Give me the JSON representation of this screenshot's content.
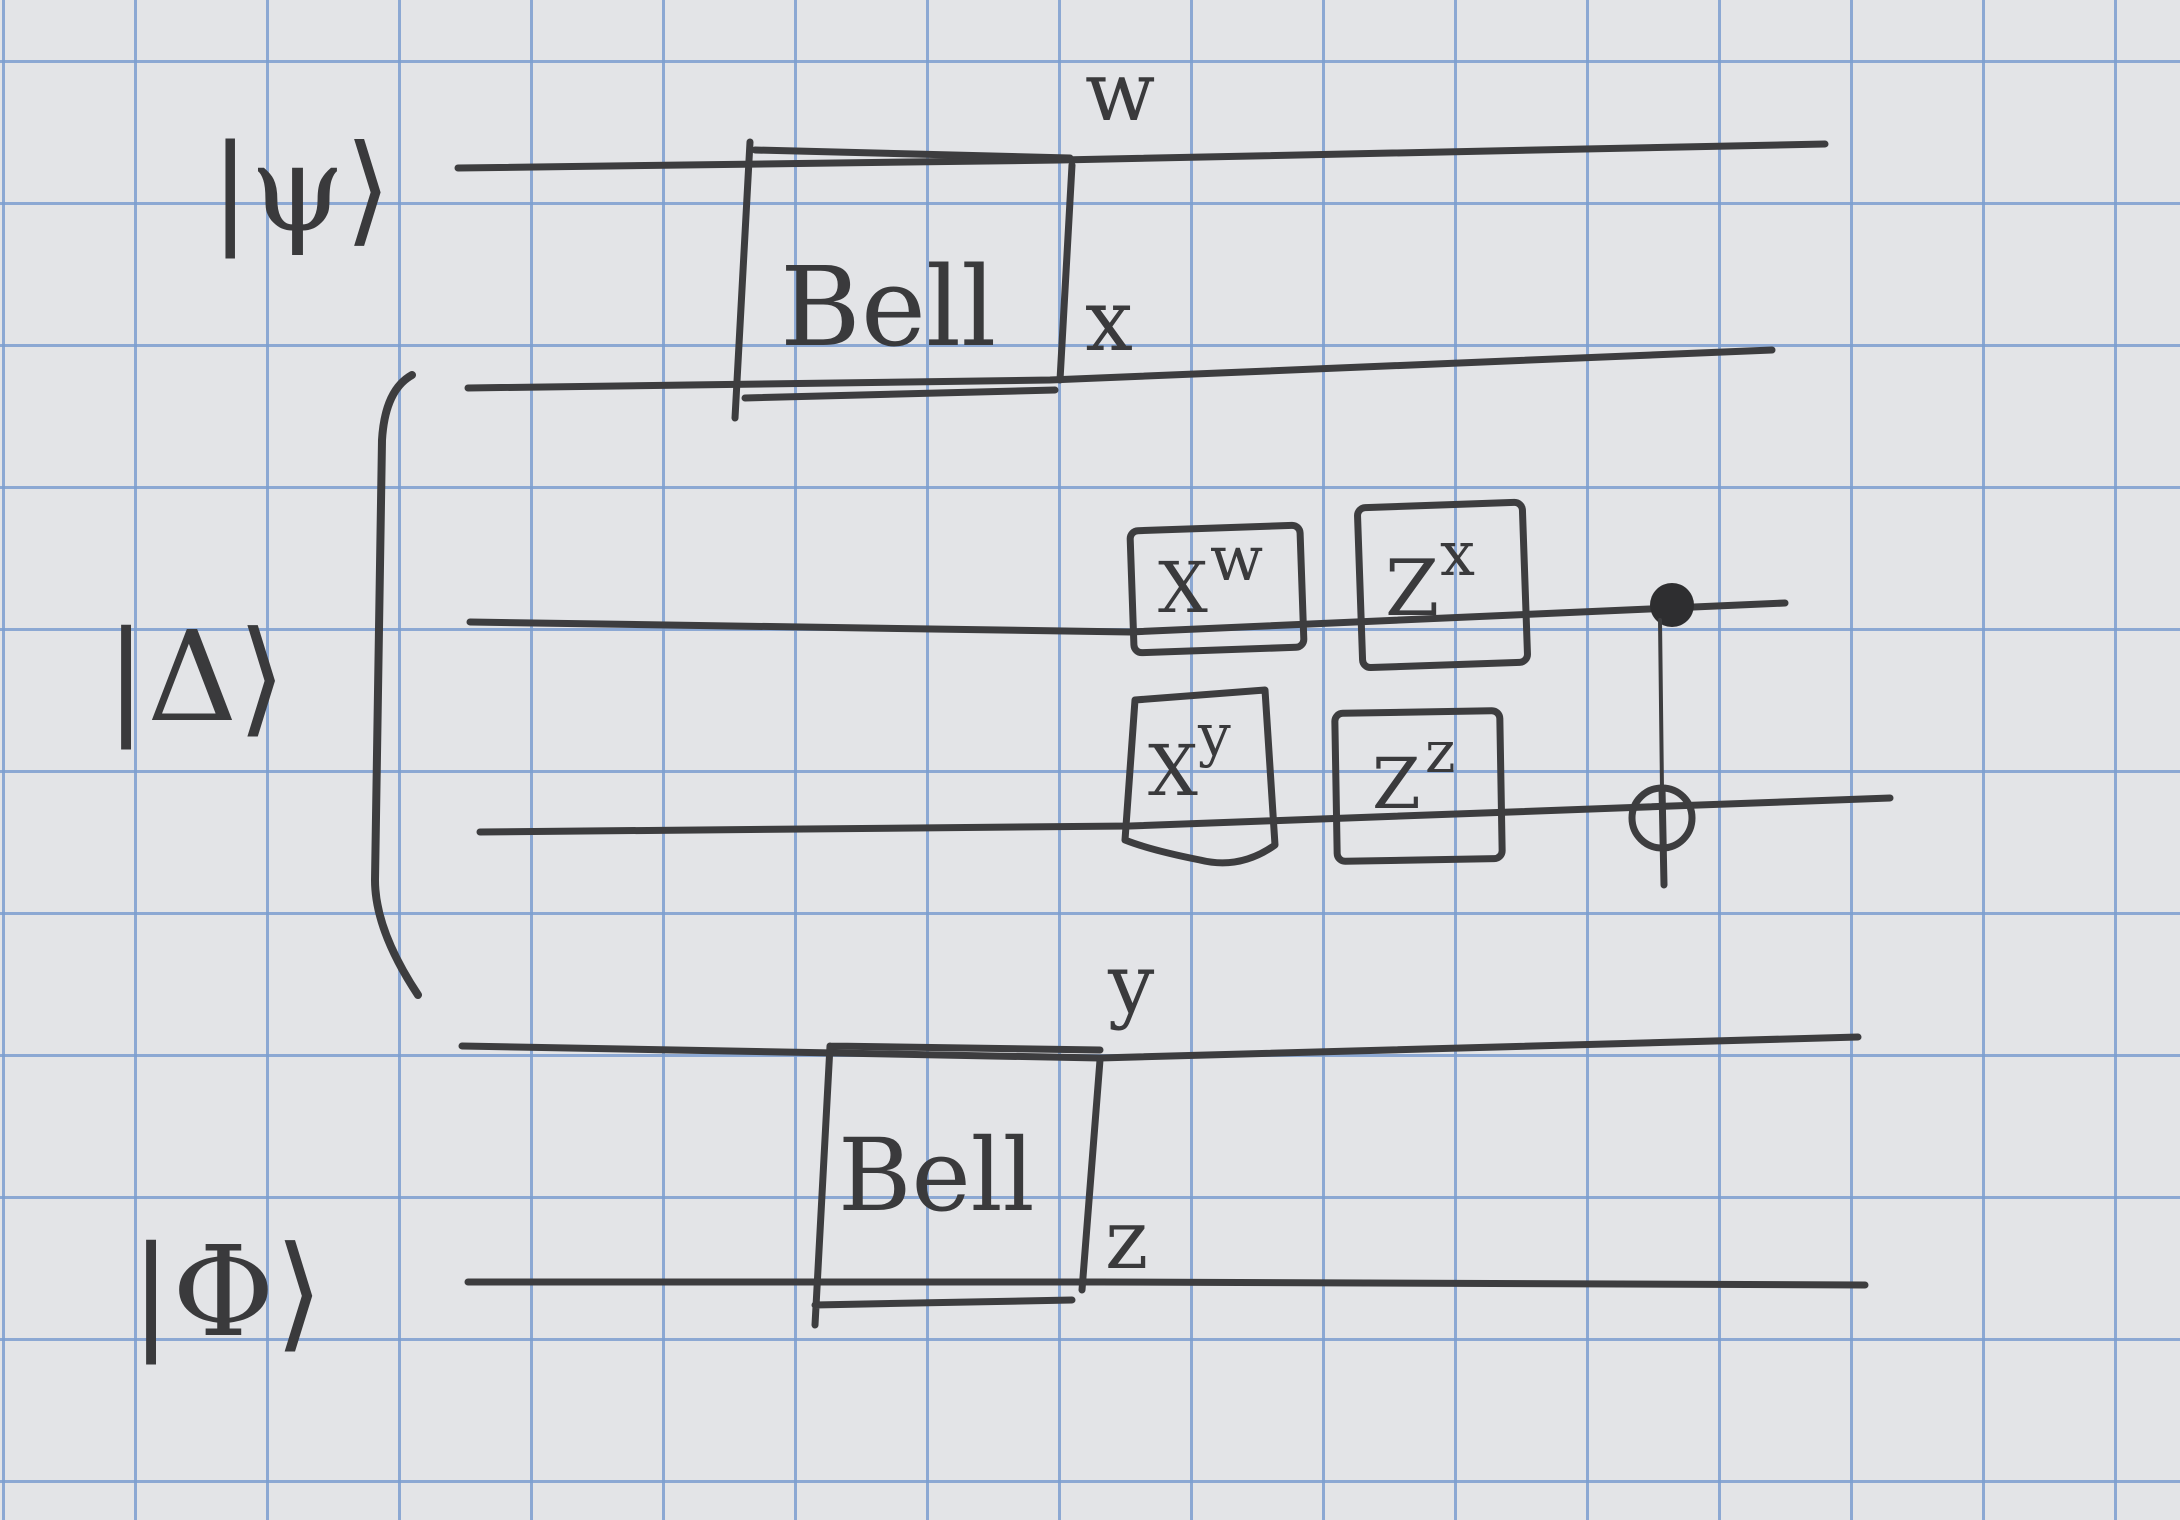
{
  "circuit": {
    "inputs": {
      "psi": "|ψ⟩",
      "delta": "|Δ⟩",
      "phi": "|Φ⟩"
    },
    "gates": {
      "bell_top": "Bell",
      "bell_bottom": "Bell",
      "xw": "X",
      "xw_sup": "w",
      "xy": "X",
      "xy_sup": "y",
      "zx": "Z",
      "zx_sup": "x",
      "zz": "Z",
      "zz_sup": "z"
    },
    "measurements": {
      "w": "w",
      "x": "x",
      "y": "y",
      "z": "z"
    },
    "controls": {
      "cnot": "CNOT"
    }
  },
  "ink_color": "#3d3d3f",
  "grid_color": "#7c9ed0",
  "paper_color": "#e3e4e7"
}
